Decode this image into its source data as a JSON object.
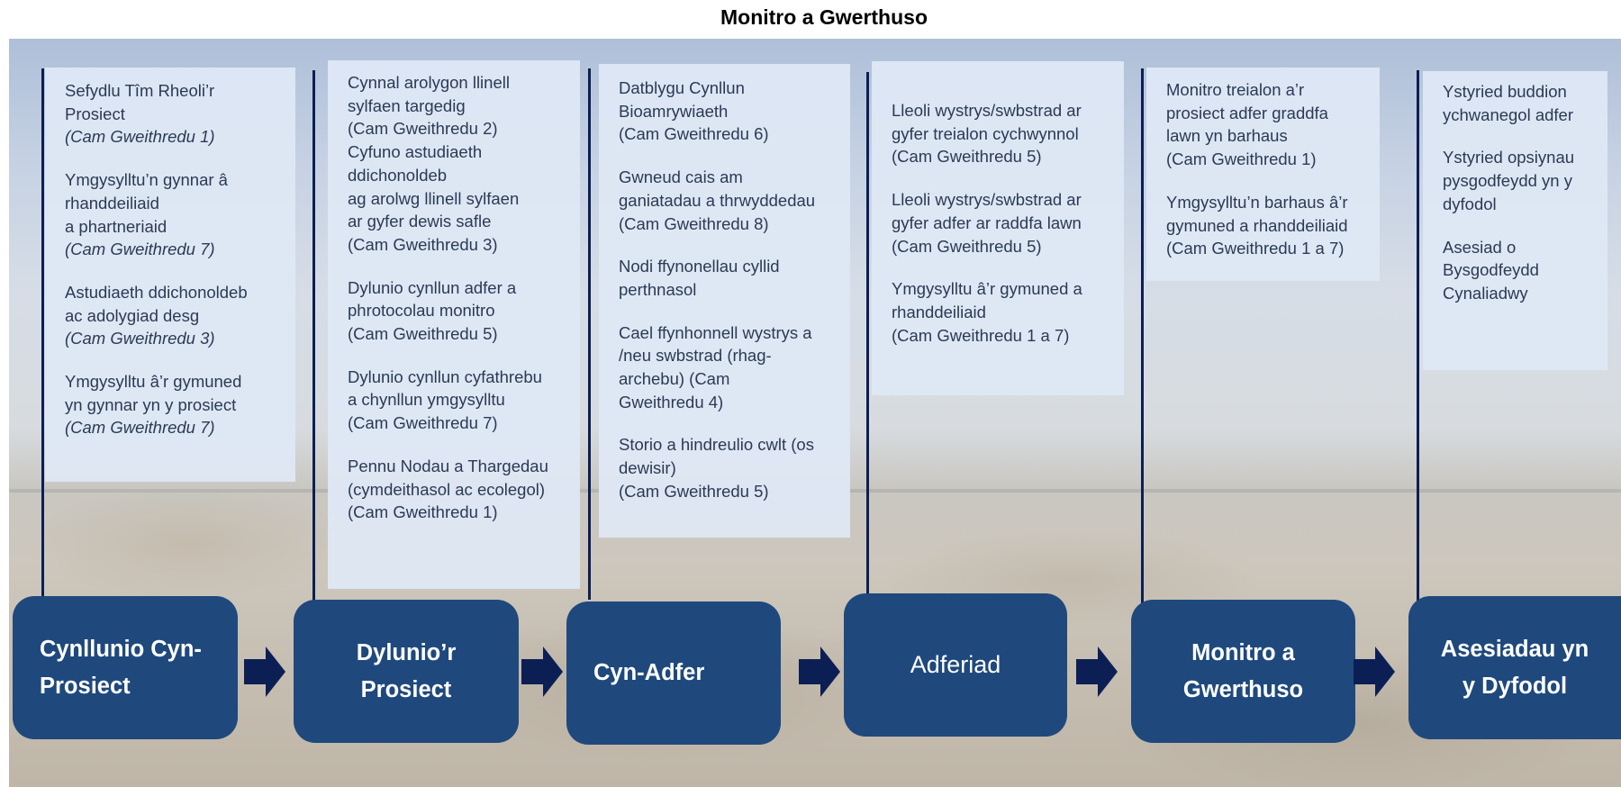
{
  "title": "Monitro a Gwerthuso",
  "stages": [
    {
      "label": "Cynllunio Cyn-\nProsiect"
    },
    {
      "label": "Dylunio’r\nProsiect"
    },
    {
      "label": "Cyn-Adfer"
    },
    {
      "label": "Adferiad"
    },
    {
      "label": "Monitro a\nGwerthuso"
    },
    {
      "label": "Asesiadau yn\ny Dyfodol"
    }
  ],
  "panels": [
    {
      "items": [
        {
          "text": "Sefydlu Tîm Rheoli’r\nProsiect",
          "sub": "(Cam Gweithredu 1)"
        },
        {
          "text": "Ymgysylltu’n gynnar â\nrhanddeiliaid\na phartneriaid",
          "sub": "(Cam Gweithredu 7)"
        },
        {
          "text": "Astudiaeth ddichonoldeb\nac adolygiad desg",
          "sub": "(Cam Gweithredu 3)"
        },
        {
          "text": "Ymgysylltu â’r gymuned\nyn gynnar yn y prosiect",
          "sub": "(Cam Gweithredu 7)"
        }
      ]
    },
    {
      "items": [
        {
          "text": "Cynnal arolygon llinell\nsylfaen targedig\n(Cam Gweithredu 2)\nCyfuno astudiaeth\nddichonoldeb\nag arolwg llinell sylfaen\nar gyfer dewis safle\n(Cam Gweithredu 3)"
        },
        {
          "text": "Dylunio cynllun adfer a\nphrotocolau monitro\n(Cam Gweithredu 5)"
        },
        {
          "text": "Dylunio cynllun cyfathrebu\na chynllun ymgysylltu\n(Cam Gweithredu 7)"
        },
        {
          "text": "Pennu Nodau a Thargedau\n(cymdeithasol ac ecolegol)\n(Cam Gweithredu 1)"
        }
      ]
    },
    {
      "items": [
        {
          "text": "Datblygu Cynllun\nBioamrywiaeth\n(Cam Gweithredu 6)"
        },
        {
          "text": "Gwneud cais am\nganiatadau a thrwyddedau\n(Cam Gweithredu 8)"
        },
        {
          "text": "Nodi ffynonellau cyllid\nperthnasol"
        },
        {
          "text": "Cael ffynhonnell wystrys a\n/neu swbstrad (rhag-\narchebu) (Cam\nGweithredu 4)"
        },
        {
          "text": "Storio a hindreulio cwlt (os\ndewisir)\n(Cam Gweithredu 5)"
        }
      ]
    },
    {
      "items": [
        {
          "text": "Lleoli wystrys/swbstrad ar\ngyfer treialon cychwynnol\n(Cam Gweithredu 5)"
        },
        {
          "text": "Lleoli wystrys/swbstrad ar\ngyfer adfer ar raddfa lawn\n(Cam Gweithredu 5)"
        },
        {
          "text": "Ymgysylltu â’r gymuned a\nrhanddeiliaid\n(Cam Gweithredu 1 a 7)"
        }
      ]
    },
    {
      "items": [
        {
          "text": "Monitro treialon a’r\nprosiect adfer graddfa\nlawn yn barhaus\n(Cam Gweithredu 1)"
        },
        {
          "text": "Ymgysylltu’n barhaus â’r\ngymuned a rhanddeiliaid\n(Cam Gweithredu 1 a 7)"
        }
      ]
    },
    {
      "items": [
        {
          "text": "Ystyried buddion\nychwanegol adfer"
        },
        {
          "text": "Ystyried opsiynau\npysgodfeydd yn y\ndyfodol"
        },
        {
          "text": "Asesiad o\nBysgodfeydd\nCynaliadwy"
        }
      ]
    }
  ],
  "colors": {
    "stage_fill": "#1f497d",
    "line": "#0c1f55",
    "arrow": "#0c1f55",
    "panel_fill": "#dfe8f5"
  }
}
